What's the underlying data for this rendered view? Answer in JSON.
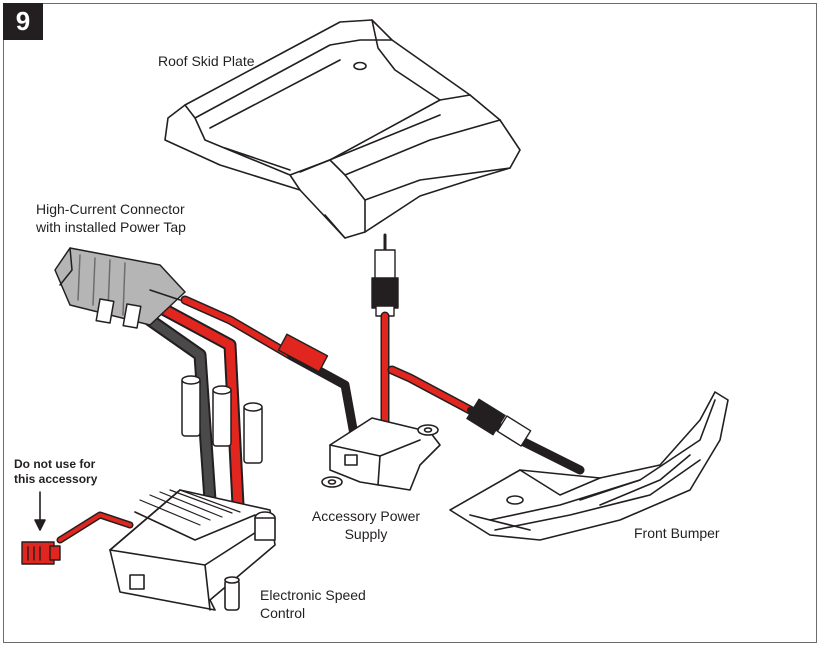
{
  "step": {
    "number": "9"
  },
  "labels": {
    "roof_skid_plate": "Roof Skid Plate",
    "high_current_connector_line1": "High-Current Connector",
    "high_current_connector_line2": "with installed Power Tap",
    "do_not_use_line1": "Do not use for",
    "do_not_use_line2": "this accessory",
    "accessory_power_supply_line1": "Accessory Power",
    "accessory_power_supply_line2": "Supply",
    "front_bumper": "Front Bumper",
    "esc_line1": "Electronic Speed",
    "esc_line2": "Control"
  },
  "colors": {
    "wire_red": "#e0261e",
    "wire_black": "#231f20",
    "outline": "#231f20",
    "badge_bg": "#231f20",
    "frame": "#6b6b6b"
  }
}
